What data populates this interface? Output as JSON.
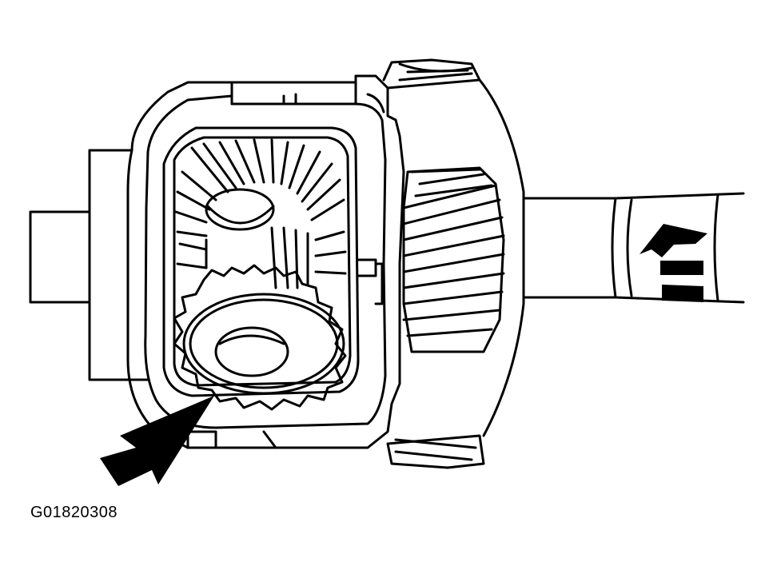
{
  "figure": {
    "code": "G01820308",
    "colors": {
      "line": "#000000",
      "background": "#ffffff"
    },
    "arrows": [
      {
        "name": "large-diagonal-arrow",
        "points_to": "side-gear"
      },
      {
        "name": "rotation-arrow",
        "points_to": "output-shaft-direction"
      }
    ]
  }
}
